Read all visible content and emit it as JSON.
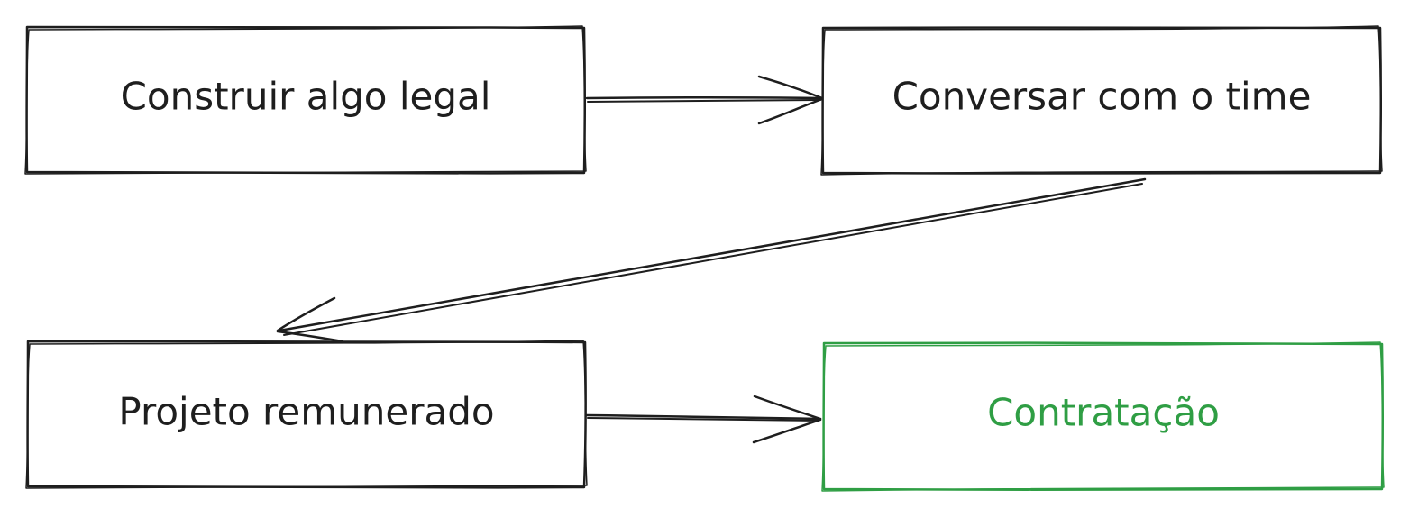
{
  "nodes": [
    {
      "id": "build",
      "label": "Construir algo legal",
      "color": "#1e1e1e"
    },
    {
      "id": "talk",
      "label": "Conversar com o time",
      "color": "#1e1e1e"
    },
    {
      "id": "project",
      "label": "Projeto remunerado",
      "color": "#1e1e1e"
    },
    {
      "id": "hire",
      "label": "Contratação",
      "color": "#2f9e44"
    }
  ],
  "edges": [
    {
      "from": "build",
      "to": "talk"
    },
    {
      "from": "talk",
      "to": "project"
    },
    {
      "from": "project",
      "to": "hire"
    }
  ]
}
